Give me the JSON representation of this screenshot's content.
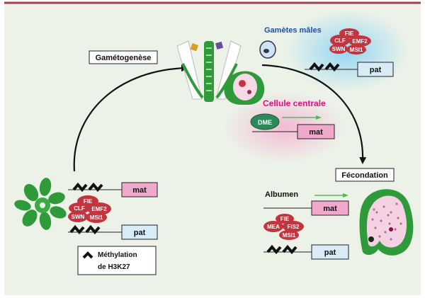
{
  "labels": {
    "gametogenese": "Gamétogenèse",
    "gametes_males": "Gamètes mâles",
    "cellule_centrale": "Cellule centrale",
    "fecondation": "Fécondation",
    "albumen": "Albumen",
    "methylation_line1": "Méthylation",
    "methylation_line2": "de H3K27"
  },
  "genes": {
    "mat": "mat",
    "pat": "pat"
  },
  "complexes": {
    "sporophyte": [
      "FIE",
      "CLF",
      "EMF2",
      "SWN",
      "MSI1"
    ],
    "male": [
      "FIE",
      "CLF",
      "EMF2",
      "SWN",
      "MSI1"
    ],
    "albumen": [
      "FIE",
      "MEA",
      "FIS2",
      "MSI1"
    ]
  },
  "dme_label": "DME",
  "colors": {
    "frame": "#a04050",
    "panel": "#ecf2e8",
    "plant_green": "#2f9a3a",
    "complex_red": "#c2353f",
    "mat_fill": "#f0a8cc",
    "pat_fill": "#d8ecf8",
    "cellule_label": "#e0117a",
    "gametes_label": "#1e4fa8",
    "blue_glow": "#8fd4f5",
    "pink_glow": "#f5b6d2"
  }
}
